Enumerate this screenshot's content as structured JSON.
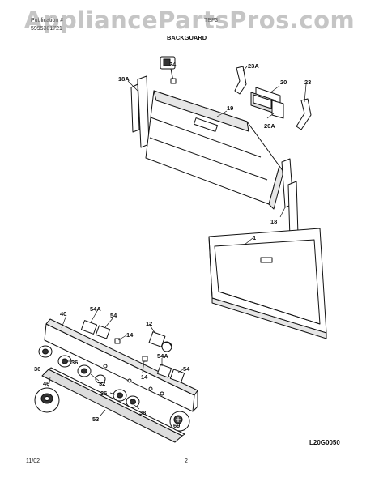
{
  "header": {
    "publication_label": "Publication #",
    "publication_number": "5995381721",
    "model": "TEF3",
    "section_title": "BACKGUARD"
  },
  "watermark": "AppliancePartsPros.com",
  "footer": {
    "date": "11/02",
    "page": "2",
    "diagram_code": "L20G0050"
  },
  "part_labels": {
    "p18A": "18A",
    "p24": "24",
    "p23A": "23A",
    "p20": "20",
    "p23": "23",
    "p19": "19",
    "p20A": "20A",
    "p18": "18",
    "p1": "1",
    "p40": "40",
    "p54A_1": "54A",
    "p54_1": "54",
    "p12": "12",
    "p14_1": "14",
    "p36_1": "36",
    "p36_2": "36",
    "p46": "46",
    "p32": "32",
    "p14_2": "14",
    "p54A_2": "54A",
    "p54_2": "54",
    "p36_3": "36",
    "p38": "38",
    "p53": "53",
    "p69": "69"
  },
  "colors": {
    "line": "#111111",
    "fill": "#ffffff",
    "shade": "#d8d8d8",
    "watermark": "#969696"
  }
}
